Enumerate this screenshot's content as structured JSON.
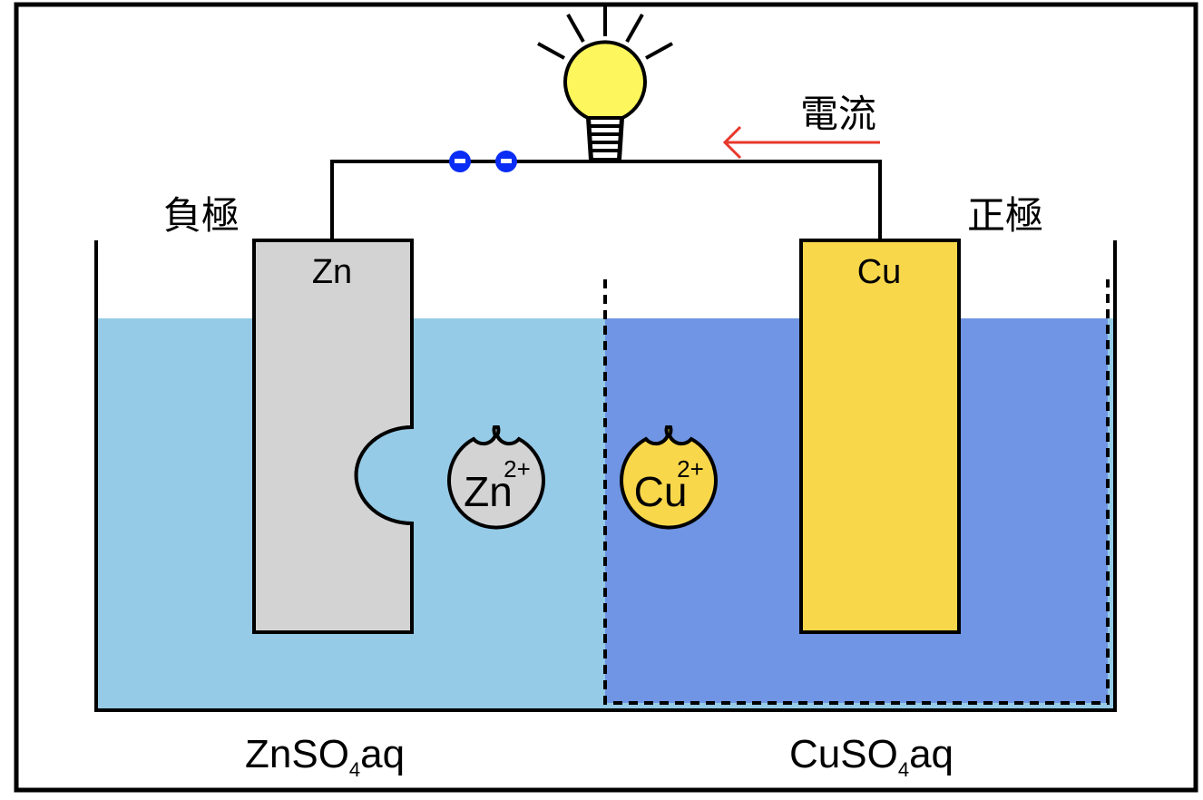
{
  "diagram": {
    "title": "Daniell cell",
    "current_label": "電流",
    "negative_electrode_label": "負極",
    "positive_electrode_label": "正極",
    "zinc_plate_label": "Zn",
    "copper_plate_label": "Cu",
    "zinc_ion": {
      "symbol": "Zn",
      "charge": "2+"
    },
    "copper_ion": {
      "symbol": "Cu",
      "charge": "2+"
    },
    "left_solution": {
      "prefix": "ZnSO",
      "subscript": "4",
      "suffix": "aq"
    },
    "right_solution": {
      "prefix": "CuSO",
      "subscript": "4",
      "suffix": "aq"
    },
    "electron_count": 2,
    "electron_sign": "−"
  },
  "colors": {
    "zn_solution": "#95cbe7",
    "cu_solution": "#6f95e4",
    "zinc": "#d3d3d3",
    "copper": "#f9d74b",
    "bulb": "#fdf65c",
    "electron": "#0a2cf5",
    "current_arrow": "#e8372c",
    "line": "#000000"
  }
}
